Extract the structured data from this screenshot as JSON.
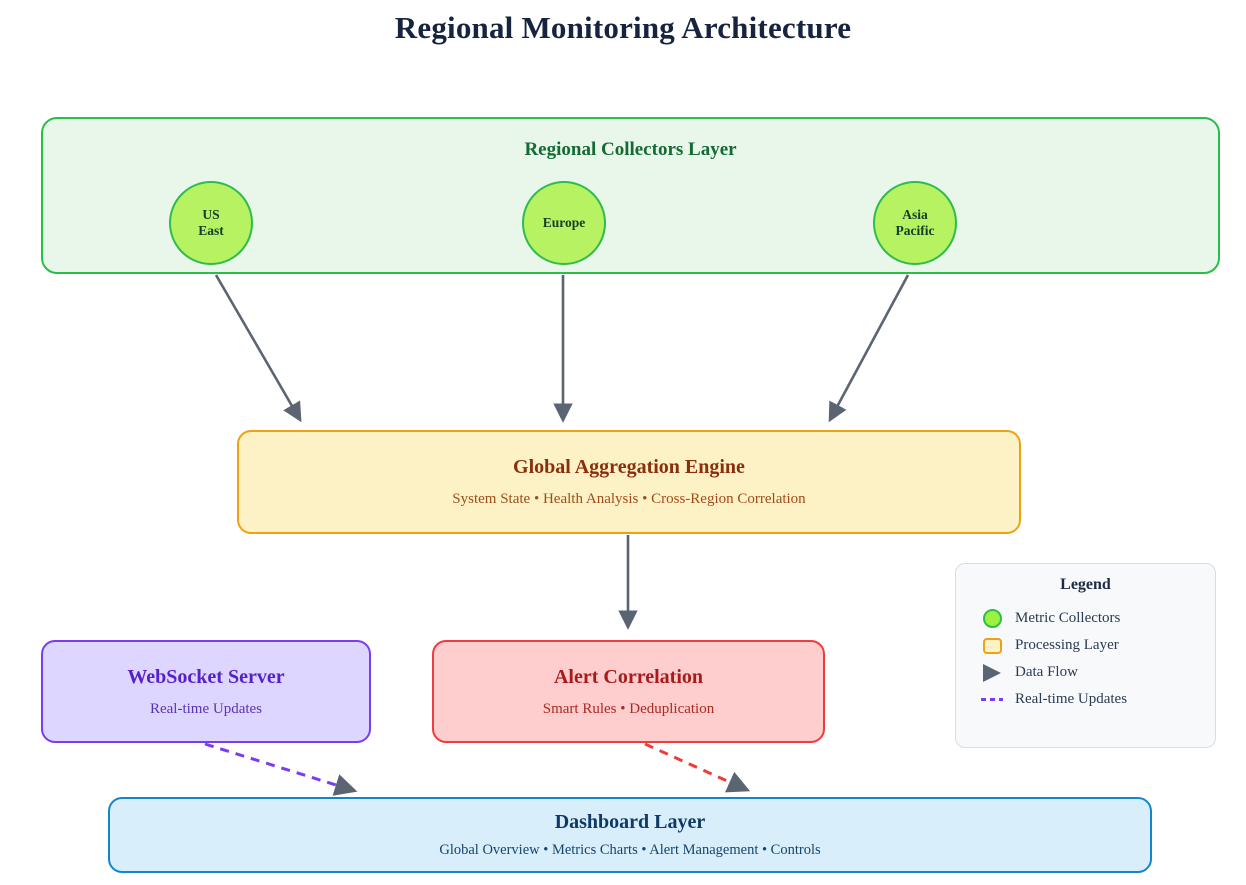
{
  "page": {
    "title": "Regional Monitoring Architecture"
  },
  "collectors_layer": {
    "title": "Regional Collectors Layer",
    "nodes": [
      {
        "id": "us-east",
        "label": "US\nEast",
        "line1": "US",
        "line2": "East"
      },
      {
        "id": "europe",
        "label": "Europe",
        "line1": "Europe",
        "line2": ""
      },
      {
        "id": "asia-pacific",
        "label": "Asia\nPacific",
        "line1": "Asia",
        "line2": "Pacific"
      }
    ]
  },
  "aggregation_engine": {
    "title": "Global Aggregation Engine",
    "subtitle": "System State • Health Analysis • Cross-Region Correlation"
  },
  "websocket_server": {
    "title": "WebSocket Server",
    "subtitle": "Real-time Updates"
  },
  "alert_correlation": {
    "title": "Alert Correlation",
    "subtitle": "Smart Rules • Deduplication"
  },
  "dashboard_layer": {
    "title": "Dashboard Layer",
    "subtitle": "Global Overview • Metrics Charts • Alert Management • Controls"
  },
  "legend": {
    "title": "Legend",
    "items": [
      {
        "icon": "green-circle-icon",
        "label": "Metric Collectors"
      },
      {
        "icon": "yellow-square-icon",
        "label": "Processing Layer"
      },
      {
        "icon": "gray-arrowhead-icon",
        "label": "Data Flow"
      },
      {
        "icon": "purple-dashed-line-icon",
        "label": "Real-time Updates"
      }
    ]
  },
  "colors": {
    "title_text": "#16243f",
    "collector_fill": "#b6f261",
    "collector_border": "#2fbb4e",
    "cluster_fill": "#e9f7ea",
    "cluster_border": "#25c04a",
    "cluster_text": "#136b33",
    "processing_fill": "#fdf1c6",
    "processing_border": "#efa114",
    "processing_text": "#8a2f0c",
    "websocket_fill": "#ddd6fe",
    "websocket_border": "#7a3cf0",
    "websocket_text": "#5721c9",
    "alert_fill": "#fecdcd",
    "alert_border": "#ef3c3c",
    "alert_text": "#a81b1b",
    "dashboard_fill": "#d9eefb",
    "dashboard_border": "#1186cd",
    "dashboard_text": "#103a66",
    "data_flow_arrow": "#5a6472",
    "realtime_dash": "#7a3cf0",
    "alert_dash": "#ef3c3c",
    "legend_fill": "#f7f9fb",
    "legend_border": "#d8dde4"
  },
  "edges": [
    {
      "from": "us-east",
      "to": "aggregation-engine",
      "style": "solid",
      "color": "#5a6472"
    },
    {
      "from": "europe",
      "to": "aggregation-engine",
      "style": "solid",
      "color": "#5a6472"
    },
    {
      "from": "asia-pacific",
      "to": "aggregation-engine",
      "style": "solid",
      "color": "#5a6472"
    },
    {
      "from": "aggregation-engine",
      "to": "alert-correlation",
      "style": "solid",
      "color": "#5a6472"
    },
    {
      "from": "websocket-server",
      "to": "dashboard-layer",
      "style": "dashed",
      "color": "#7a3cf0"
    },
    {
      "from": "alert-correlation",
      "to": "dashboard-layer",
      "style": "dashed",
      "color": "#ef3c3c"
    }
  ]
}
